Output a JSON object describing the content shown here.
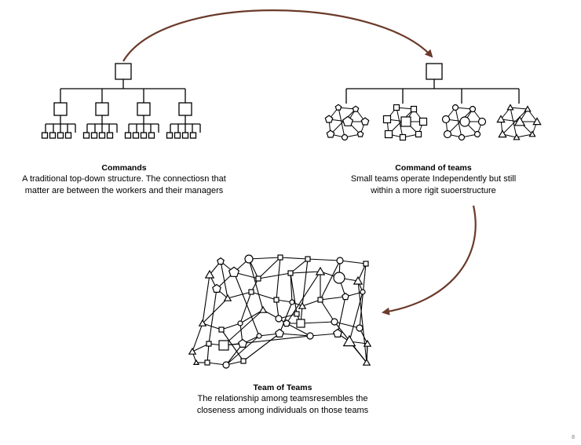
{
  "colors": {
    "arrow": "#6b3a2a",
    "stroke": "#000000",
    "background": "#ffffff"
  },
  "commands": {
    "title": "Commands",
    "description": "A traditional top-down structure. The connectiosn that\nmatter are between the workers  and their managers"
  },
  "command_of_teams": {
    "title": "Command of teams",
    "description": "Small teams operate Independently but still\nwithin a more rigit suoerstructure"
  },
  "team_of_teams": {
    "title": "Team of Teams",
    "description": "The relationship among teamsresembles the\ncloseness among individuals on those teams"
  },
  "page_number": "8"
}
